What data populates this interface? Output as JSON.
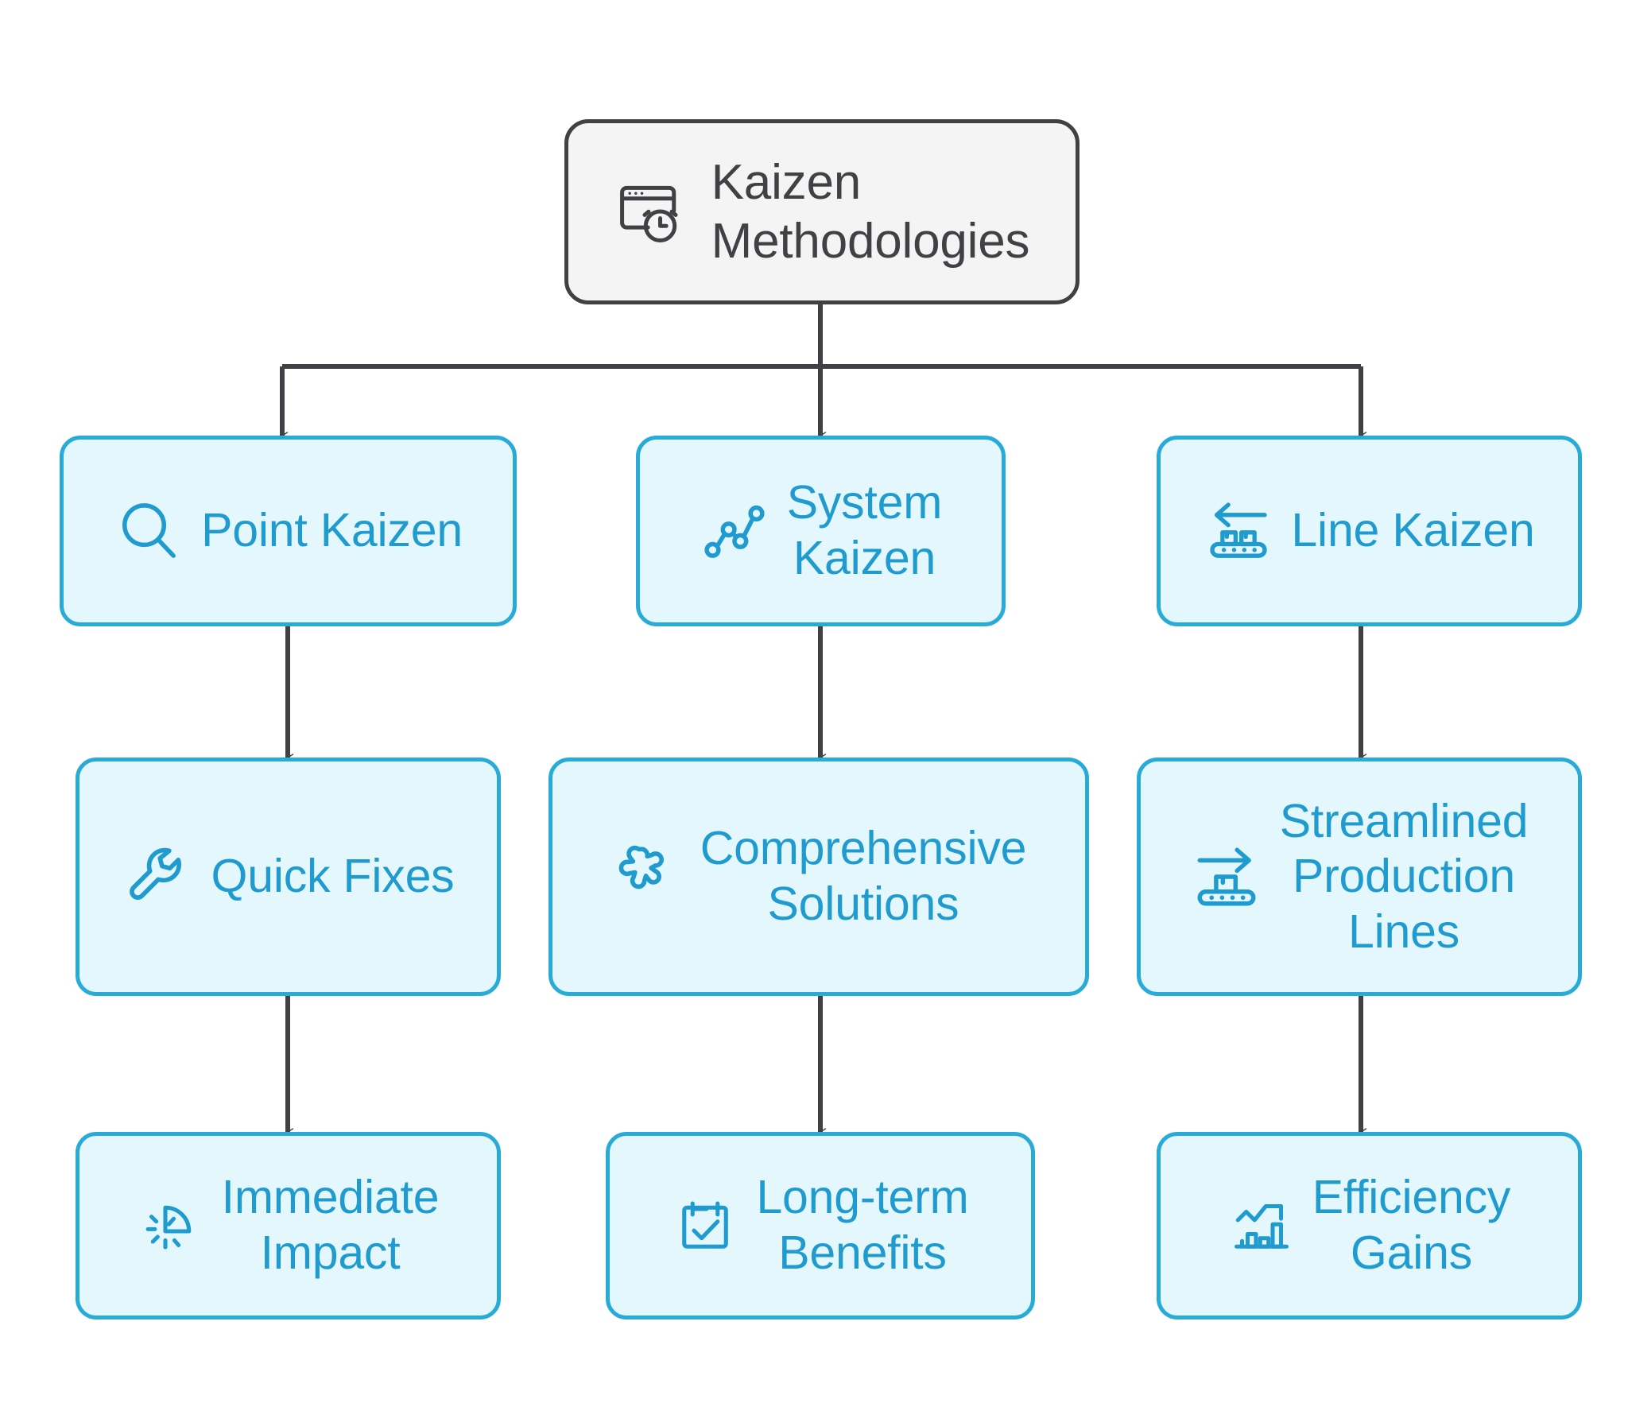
{
  "diagram": {
    "type": "flowchart",
    "title": "Kaizen Methodologies",
    "direction": "top-down",
    "colors": {
      "background": "#ffffff",
      "root_fill": "#F4F4F4",
      "root_border": "#3F4144",
      "root_text": "#3F4144",
      "node_fill": "#E4F7FC",
      "node_border": "#29ABD8",
      "node_text": "#1F9BCF",
      "connector": "#3F4144"
    }
  },
  "root": {
    "id": "kaizen-methodologies",
    "label": "Kaizen\nMethodologies",
    "icon": "browser-window-clock-icon"
  },
  "columns": [
    {
      "id": "point",
      "method": {
        "id": "point-kaizen",
        "label": "Point Kaizen",
        "icon": "magnifying-glass-icon"
      },
      "approach": {
        "id": "quick-fixes",
        "label": "Quick Fixes",
        "icon": "wrench-icon"
      },
      "outcome": {
        "id": "immediate-impact",
        "label": "Immediate\nImpact",
        "icon": "burst-flash-icon"
      }
    },
    {
      "id": "system",
      "method": {
        "id": "system-kaizen",
        "label": "System\nKaizen",
        "icon": "node-line-graph-icon"
      },
      "approach": {
        "id": "comprehensive-solutions",
        "label": "Comprehensive\nSolutions",
        "icon": "puzzle-piece-icon"
      },
      "outcome": {
        "id": "long-term-benefits",
        "label": "Long-term\nBenefits",
        "icon": "calendar-check-icon"
      }
    },
    {
      "id": "line",
      "method": {
        "id": "line-kaizen",
        "label": "Line Kaizen",
        "icon": "conveyor-belt-left-arrow-icon"
      },
      "approach": {
        "id": "streamlined-production-lines",
        "label": "Streamlined\nProduction\nLines",
        "icon": "conveyor-belt-right-arrow-icon"
      },
      "outcome": {
        "id": "efficiency-gains",
        "label": "Efficiency\nGains",
        "icon": "bar-chart-trend-up-icon"
      }
    }
  ],
  "edges": [
    {
      "from": "kaizen-methodologies",
      "to": "point-kaizen"
    },
    {
      "from": "kaizen-methodologies",
      "to": "system-kaizen"
    },
    {
      "from": "kaizen-methodologies",
      "to": "line-kaizen"
    },
    {
      "from": "point-kaizen",
      "to": "quick-fixes"
    },
    {
      "from": "system-kaizen",
      "to": "comprehensive-solutions"
    },
    {
      "from": "line-kaizen",
      "to": "streamlined-production-lines"
    },
    {
      "from": "quick-fixes",
      "to": "immediate-impact"
    },
    {
      "from": "comprehensive-solutions",
      "to": "long-term-benefits"
    },
    {
      "from": "streamlined-production-lines",
      "to": "efficiency-gains"
    }
  ]
}
